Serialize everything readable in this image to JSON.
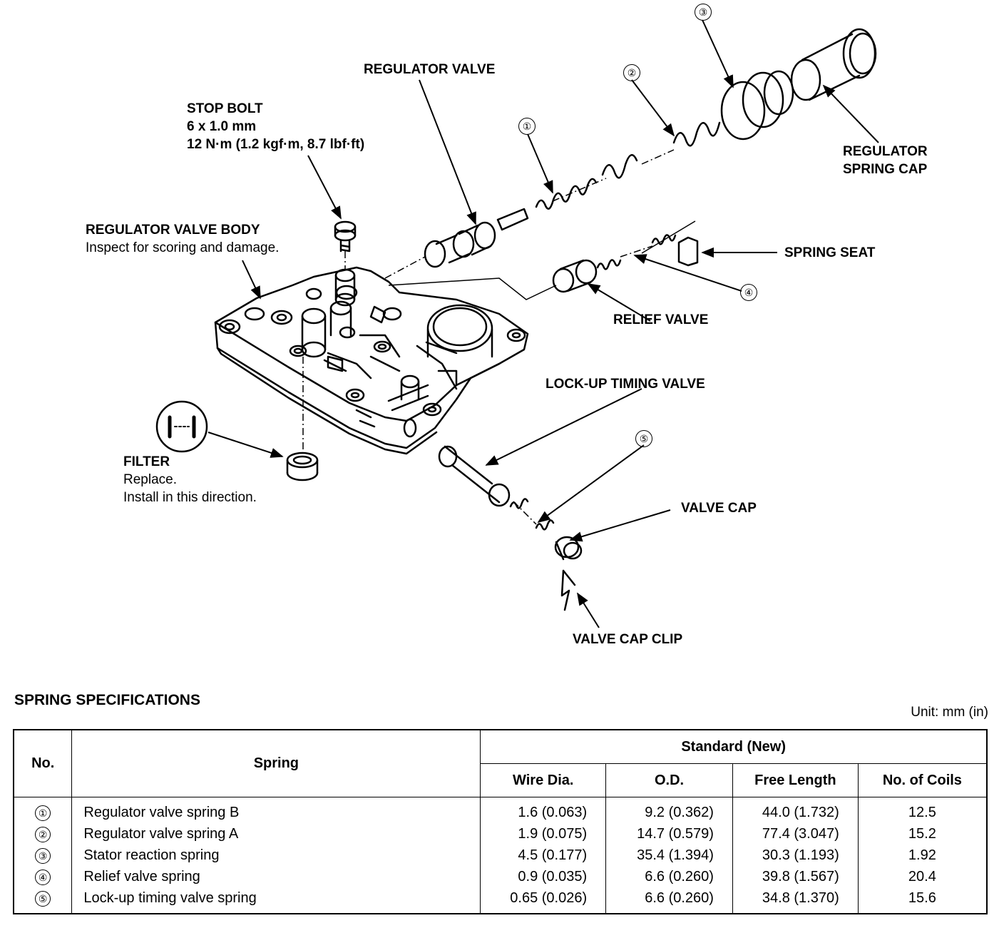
{
  "labels": {
    "stop_bolt": [
      "STOP BOLT",
      "6 x 1.0 mm",
      "12 N·m (1.2 kgf·m, 8.7 lbf·ft)"
    ],
    "regulator_valve": "REGULATOR VALVE",
    "regulator_valve_body": "REGULATOR VALVE BODY",
    "regulator_valve_body_note": "Inspect for scoring and damage.",
    "regulator_spring_cap": [
      "REGULATOR",
      "SPRING CAP"
    ],
    "spring_seat": "SPRING SEAT",
    "relief_valve": "RELIEF VALVE",
    "lockup_timing_valve": "LOCK-UP TIMING VALVE",
    "filter": "FILTER",
    "filter_notes": [
      "Replace.",
      "Install in this direction."
    ],
    "valve_cap": "VALVE CAP",
    "valve_cap_clip": "VALVE CAP CLIP",
    "callouts": [
      "①",
      "②",
      "③",
      "④",
      "⑤"
    ]
  },
  "spec": {
    "title": "SPRING SPECIFICATIONS",
    "unit": "Unit: mm (in)",
    "headers": {
      "no": "No.",
      "spring": "Spring",
      "standard": "Standard (New)",
      "wire": "Wire Dia.",
      "od": "O.D.",
      "free": "Free Length",
      "coils": "No. of Coils"
    },
    "rows": [
      {
        "no": "①",
        "spring": "Regulator valve spring B",
        "wire": "1.6 (0.063)",
        "od": "9.2 (0.362)",
        "free": "44.0 (1.732)",
        "coils": "12.5"
      },
      {
        "no": "②",
        "spring": "Regulator valve spring A",
        "wire": "1.9 (0.075)",
        "od": "14.7 (0.579)",
        "free": "77.4 (3.047)",
        "coils": "15.2"
      },
      {
        "no": "③",
        "spring": "Stator reaction spring",
        "wire": "4.5 (0.177)",
        "od": "35.4 (1.394)",
        "free": "30.3 (1.193)",
        "coils": "1.92"
      },
      {
        "no": "④",
        "spring": "Relief valve spring",
        "wire": "0.9 (0.035)",
        "od": "6.6 (0.260)",
        "free": "39.8 (1.567)",
        "coils": "20.4"
      },
      {
        "no": "⑤",
        "spring": "Lock-up timing valve spring",
        "wire": "0.65 (0.026)",
        "od": "6.6 (0.260)",
        "free": "34.8 (1.370)",
        "coils": "15.6"
      }
    ]
  }
}
